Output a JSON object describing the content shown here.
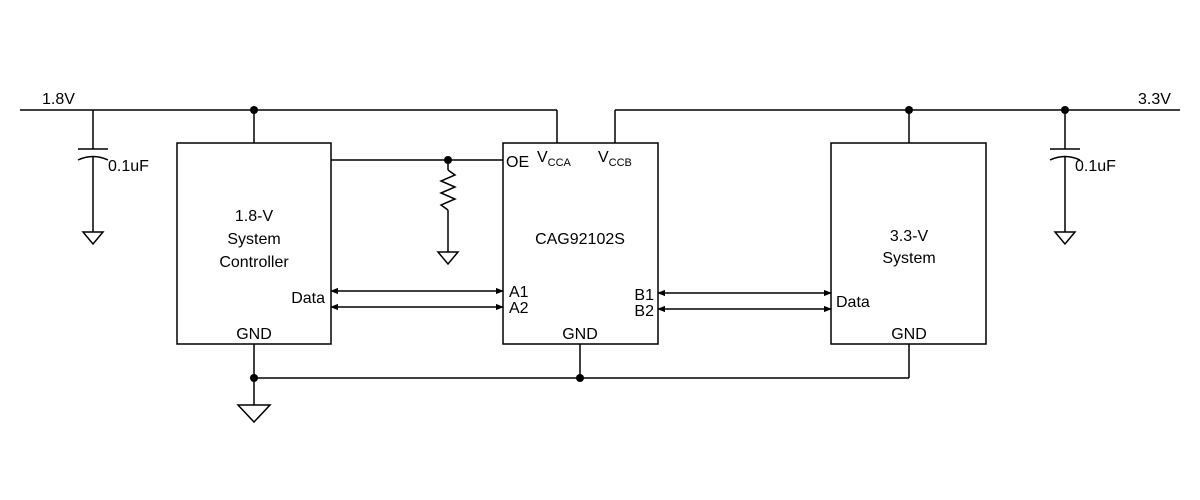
{
  "rails": {
    "left_voltage": "1.8V",
    "right_voltage": "3.3V"
  },
  "capacitors": {
    "left_value": "0.1uF",
    "right_value": "0.1uF"
  },
  "controller_block": {
    "title_line1": "1.8-V",
    "title_line2": "System",
    "title_line3": "Controller",
    "data_pin": "Data",
    "gnd_pin": "GND"
  },
  "translator_block": {
    "part_number": "CAG92102S",
    "oe_pin": "OE",
    "vcca_main": "V",
    "vcca_sub": "CCA",
    "vccb_main": "V",
    "vccb_sub": "CCB",
    "a1_pin": "A1",
    "a2_pin": "A2",
    "b1_pin": "B1",
    "b2_pin": "B2",
    "gnd_pin": "GND"
  },
  "system_block": {
    "title_line1": "3.3-V",
    "title_line2": "System",
    "data_pin": "Data",
    "gnd_pin": "GND"
  }
}
